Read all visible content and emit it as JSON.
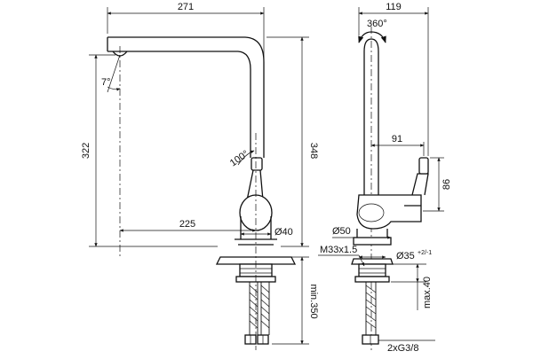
{
  "dimensions": {
    "side_width": "271",
    "front_width": "119",
    "side_height": "322",
    "total_height": "348",
    "angle_spout": "7°",
    "angle_handle": "100°",
    "rotation": "360°",
    "handle_offset": "91",
    "handle_height": "86",
    "reach": "225",
    "body_diameter": "Ø40",
    "hole_diameter": "Ø50",
    "thread": "M33x1.5",
    "mount_hole": "Ø35",
    "mount_hole_tol": "+2/-1",
    "hose_length": "min.350",
    "max_thickness": "max.40",
    "connections": "2xG3/8"
  }
}
